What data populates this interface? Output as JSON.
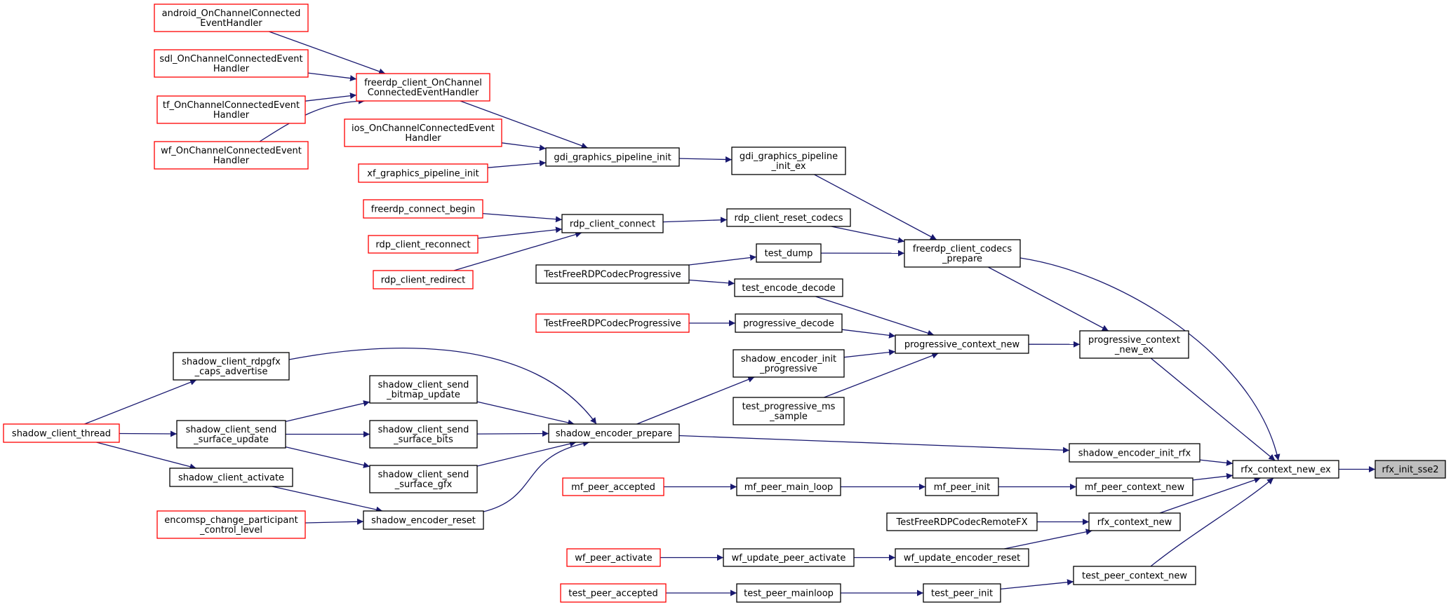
{
  "colors": {
    "edge": "#191970",
    "text": "#000000",
    "external_border": "#ff0000",
    "internal_border": "#000000",
    "root_fill": "#bfbfbf"
  },
  "nodes": [
    {
      "id": "rfx_init_sse2",
      "lines": [
        "rfx_init_sse2"
      ],
      "kind": "root"
    },
    {
      "id": "rfx_context_new_ex",
      "lines": [
        "rfx_context_new_ex"
      ],
      "kind": "black"
    },
    {
      "id": "freerdp_client_codecs_prepare",
      "lines": [
        "freerdp_client_codecs",
        "_prepare"
      ],
      "kind": "black"
    },
    {
      "id": "progressive_context_new_ex",
      "lines": [
        "progressive_context",
        "_new_ex"
      ],
      "kind": "black"
    },
    {
      "id": "shadow_encoder_init_rfx",
      "lines": [
        "shadow_encoder_init_rfx"
      ],
      "kind": "black"
    },
    {
      "id": "mf_peer_context_new",
      "lines": [
        "mf_peer_context_new"
      ],
      "kind": "black"
    },
    {
      "id": "rfx_context_new",
      "lines": [
        "rfx_context_new"
      ],
      "kind": "black"
    },
    {
      "id": "test_peer_context_new",
      "lines": [
        "test_peer_context_new"
      ],
      "kind": "black"
    },
    {
      "id": "gdi_graphics_pipeline_init_ex",
      "lines": [
        "gdi_graphics_pipeline",
        "_init_ex"
      ],
      "kind": "black"
    },
    {
      "id": "rdp_client_reset_codecs",
      "lines": [
        "rdp_client_reset_codecs"
      ],
      "kind": "black"
    },
    {
      "id": "test_dump",
      "lines": [
        "test_dump"
      ],
      "kind": "black"
    },
    {
      "id": "progressive_context_new",
      "lines": [
        "progressive_context_new"
      ],
      "kind": "black"
    },
    {
      "id": "TestFreeRDPCodecRemoteFX",
      "lines": [
        "TestFreeRDPCodecRemoteFX"
      ],
      "kind": "black"
    },
    {
      "id": "wf_update_encoder_reset",
      "lines": [
        "wf_update_encoder_reset"
      ],
      "kind": "black"
    },
    {
      "id": "mf_peer_init",
      "lines": [
        "mf_peer_init"
      ],
      "kind": "black"
    },
    {
      "id": "test_peer_init",
      "lines": [
        "test_peer_init"
      ],
      "kind": "black"
    },
    {
      "id": "gdi_graphics_pipeline_init",
      "lines": [
        "gdi_graphics_pipeline_init"
      ],
      "kind": "black"
    },
    {
      "id": "rdp_client_connect",
      "lines": [
        "rdp_client_connect"
      ],
      "kind": "black"
    },
    {
      "id": "TestFreeRDPCodecProgressive_a",
      "lines": [
        "TestFreeRDPCodecProgressive"
      ],
      "kind": "black"
    },
    {
      "id": "test_encode_decode",
      "lines": [
        "test_encode_decode"
      ],
      "kind": "black"
    },
    {
      "id": "progressive_decode",
      "lines": [
        "progressive_decode"
      ],
      "kind": "black"
    },
    {
      "id": "shadow_encoder_init_progressive",
      "lines": [
        "shadow_encoder_init",
        "_progressive"
      ],
      "kind": "black"
    },
    {
      "id": "test_progressive_ms_sample",
      "lines": [
        "test_progressive_ms",
        "_sample"
      ],
      "kind": "black"
    },
    {
      "id": "shadow_encoder_prepare",
      "lines": [
        "shadow_encoder_prepare"
      ],
      "kind": "black"
    },
    {
      "id": "mf_peer_main_loop",
      "lines": [
        "mf_peer_main_loop"
      ],
      "kind": "black"
    },
    {
      "id": "wf_update_peer_activate",
      "lines": [
        "wf_update_peer_activate"
      ],
      "kind": "black"
    },
    {
      "id": "test_peer_mainloop",
      "lines": [
        "test_peer_mainloop"
      ],
      "kind": "black"
    },
    {
      "id": "shadow_encoder_reset",
      "lines": [
        "shadow_encoder_reset"
      ],
      "kind": "black"
    },
    {
      "id": "freerdp_client_OnChannelConnectedEventHandler",
      "lines": [
        "freerdp_client_OnChannel",
        "ConnectedEventHandler"
      ],
      "kind": "red"
    },
    {
      "id": "ios_OnChannelConnectedEventHandler",
      "lines": [
        "ios_OnChannelConnectedEvent",
        "Handler"
      ],
      "kind": "red"
    },
    {
      "id": "xf_graphics_pipeline_init",
      "lines": [
        "xf_graphics_pipeline_init"
      ],
      "kind": "red"
    },
    {
      "id": "freerdp_connect_begin",
      "lines": [
        "freerdp_connect_begin"
      ],
      "kind": "red"
    },
    {
      "id": "rdp_client_reconnect",
      "lines": [
        "rdp_client_reconnect"
      ],
      "kind": "red"
    },
    {
      "id": "rdp_client_redirect",
      "lines": [
        "rdp_client_redirect"
      ],
      "kind": "red"
    },
    {
      "id": "TestFreeRDPCodecProgressive_b",
      "lines": [
        "TestFreeRDPCodecProgressive"
      ],
      "kind": "red"
    },
    {
      "id": "shadow_client_rdpgfx_caps_advertise",
      "lines": [
        "shadow_client_rdpgfx",
        "_caps_advertise"
      ],
      "kind": "black"
    },
    {
      "id": "shadow_client_send_bitmap_update",
      "lines": [
        "shadow_client_send",
        "_bitmap_update"
      ],
      "kind": "black"
    },
    {
      "id": "shadow_client_send_surface_bits",
      "lines": [
        "shadow_client_send",
        "_surface_bits"
      ],
      "kind": "black"
    },
    {
      "id": "shadow_client_send_surface_gfx",
      "lines": [
        "shadow_client_send",
        "_surface_gfx"
      ],
      "kind": "black"
    },
    {
      "id": "shadow_client_send_surface_update",
      "lines": [
        "shadow_client_send",
        "_surface_update"
      ],
      "kind": "black"
    },
    {
      "id": "shadow_client_activate",
      "lines": [
        "shadow_client_activate"
      ],
      "kind": "black"
    },
    {
      "id": "encomsp_change_participant_control_level",
      "lines": [
        "encomsp_change_participant",
        "_control_level"
      ],
      "kind": "red"
    },
    {
      "id": "mf_peer_accepted",
      "lines": [
        "mf_peer_accepted"
      ],
      "kind": "red"
    },
    {
      "id": "wf_peer_activate",
      "lines": [
        "wf_peer_activate"
      ],
      "kind": "red"
    },
    {
      "id": "test_peer_accepted",
      "lines": [
        "test_peer_accepted"
      ],
      "kind": "red"
    },
    {
      "id": "shadow_client_thread",
      "lines": [
        "shadow_client_thread"
      ],
      "kind": "red"
    },
    {
      "id": "android_OnChannelConnectedEventHandler",
      "lines": [
        "android_OnChannelConnected",
        "EventHandler"
      ],
      "kind": "red"
    },
    {
      "id": "sdl_OnChannelConnectedEventHandler",
      "lines": [
        "sdl_OnChannelConnectedEvent",
        "Handler"
      ],
      "kind": "red"
    },
    {
      "id": "tf_OnChannelConnectedEventHandler",
      "lines": [
        "tf_OnChannelConnectedEvent",
        "Handler"
      ],
      "kind": "red"
    },
    {
      "id": "wf_OnChannelConnectedEventHandler",
      "lines": [
        "wf_OnChannelConnectedEvent",
        "Handler"
      ],
      "kind": "red"
    }
  ],
  "edges": [
    {
      "from": "rfx_context_new_ex",
      "to": "rfx_init_sse2"
    },
    {
      "from": "freerdp_client_codecs_prepare",
      "to": "rfx_context_new_ex"
    },
    {
      "from": "progressive_context_new_ex",
      "to": "rfx_context_new_ex"
    },
    {
      "from": "shadow_encoder_init_rfx",
      "to": "rfx_context_new_ex"
    },
    {
      "from": "mf_peer_context_new",
      "to": "rfx_context_new_ex"
    },
    {
      "from": "rfx_context_new",
      "to": "rfx_context_new_ex"
    },
    {
      "from": "test_peer_context_new",
      "to": "rfx_context_new_ex"
    },
    {
      "from": "freerdp_client_codecs_prepare",
      "to": "progressive_context_new_ex"
    },
    {
      "from": "progressive_context_new",
      "to": "progressive_context_new_ex"
    },
    {
      "from": "gdi_graphics_pipeline_init_ex",
      "to": "freerdp_client_codecs_prepare"
    },
    {
      "from": "rdp_client_reset_codecs",
      "to": "freerdp_client_codecs_prepare"
    },
    {
      "from": "test_dump",
      "to": "freerdp_client_codecs_prepare"
    },
    {
      "from": "gdi_graphics_pipeline_init",
      "to": "gdi_graphics_pipeline_init_ex"
    },
    {
      "from": "freerdp_client_OnChannelConnectedEventHandler",
      "to": "gdi_graphics_pipeline_init"
    },
    {
      "from": "ios_OnChannelConnectedEventHandler",
      "to": "gdi_graphics_pipeline_init"
    },
    {
      "from": "xf_graphics_pipeline_init",
      "to": "gdi_graphics_pipeline_init"
    },
    {
      "from": "android_OnChannelConnectedEventHandler",
      "to": "freerdp_client_OnChannelConnectedEventHandler"
    },
    {
      "from": "sdl_OnChannelConnectedEventHandler",
      "to": "freerdp_client_OnChannelConnectedEventHandler"
    },
    {
      "from": "tf_OnChannelConnectedEventHandler",
      "to": "freerdp_client_OnChannelConnectedEventHandler"
    },
    {
      "from": "wf_OnChannelConnectedEventHandler",
      "to": "freerdp_client_OnChannelConnectedEventHandler"
    },
    {
      "from": "rdp_client_connect",
      "to": "rdp_client_reset_codecs"
    },
    {
      "from": "freerdp_connect_begin",
      "to": "rdp_client_connect"
    },
    {
      "from": "rdp_client_reconnect",
      "to": "rdp_client_connect"
    },
    {
      "from": "rdp_client_redirect",
      "to": "rdp_client_connect"
    },
    {
      "from": "TestFreeRDPCodecProgressive_a",
      "to": "test_dump"
    },
    {
      "from": "TestFreeRDPCodecProgressive_a",
      "to": "test_encode_decode"
    },
    {
      "from": "test_encode_decode",
      "to": "progressive_context_new"
    },
    {
      "from": "progressive_decode",
      "to": "progressive_context_new"
    },
    {
      "from": "shadow_encoder_init_progressive",
      "to": "progressive_context_new"
    },
    {
      "from": "test_progressive_ms_sample",
      "to": "progressive_context_new"
    },
    {
      "from": "TestFreeRDPCodecProgressive_b",
      "to": "progressive_decode"
    },
    {
      "from": "shadow_encoder_prepare",
      "to": "shadow_encoder_init_progressive"
    },
    {
      "from": "shadow_encoder_prepare",
      "to": "shadow_encoder_init_rfx"
    },
    {
      "from": "mf_peer_init",
      "to": "mf_peer_context_new"
    },
    {
      "from": "mf_peer_main_loop",
      "to": "mf_peer_init"
    },
    {
      "from": "mf_peer_accepted",
      "to": "mf_peer_main_loop"
    },
    {
      "from": "TestFreeRDPCodecRemoteFX",
      "to": "rfx_context_new"
    },
    {
      "from": "wf_update_encoder_reset",
      "to": "rfx_context_new"
    },
    {
      "from": "wf_update_peer_activate",
      "to": "wf_update_encoder_reset"
    },
    {
      "from": "wf_peer_activate",
      "to": "wf_update_peer_activate"
    },
    {
      "from": "test_peer_init",
      "to": "test_peer_context_new"
    },
    {
      "from": "test_peer_mainloop",
      "to": "test_peer_init"
    },
    {
      "from": "test_peer_accepted",
      "to": "test_peer_mainloop"
    },
    {
      "from": "shadow_client_rdpgfx_caps_advertise",
      "to": "shadow_encoder_prepare"
    },
    {
      "from": "shadow_client_send_bitmap_update",
      "to": "shadow_encoder_prepare"
    },
    {
      "from": "shadow_client_send_surface_bits",
      "to": "shadow_encoder_prepare"
    },
    {
      "from": "shadow_client_send_surface_gfx",
      "to": "shadow_encoder_prepare"
    },
    {
      "from": "shadow_encoder_reset",
      "to": "shadow_encoder_prepare"
    },
    {
      "from": "shadow_client_send_surface_update",
      "to": "shadow_client_send_bitmap_update"
    },
    {
      "from": "shadow_client_send_surface_update",
      "to": "shadow_client_send_surface_bits"
    },
    {
      "from": "shadow_client_send_surface_update",
      "to": "shadow_client_send_surface_gfx"
    },
    {
      "from": "shadow_client_thread",
      "to": "shadow_client_rdpgfx_caps_advertise"
    },
    {
      "from": "shadow_client_thread",
      "to": "shadow_client_send_surface_update"
    },
    {
      "from": "shadow_client_thread",
      "to": "shadow_client_activate"
    },
    {
      "from": "shadow_client_activate",
      "to": "shadow_encoder_reset"
    },
    {
      "from": "encomsp_change_participant_control_level",
      "to": "shadow_encoder_reset"
    }
  ]
}
